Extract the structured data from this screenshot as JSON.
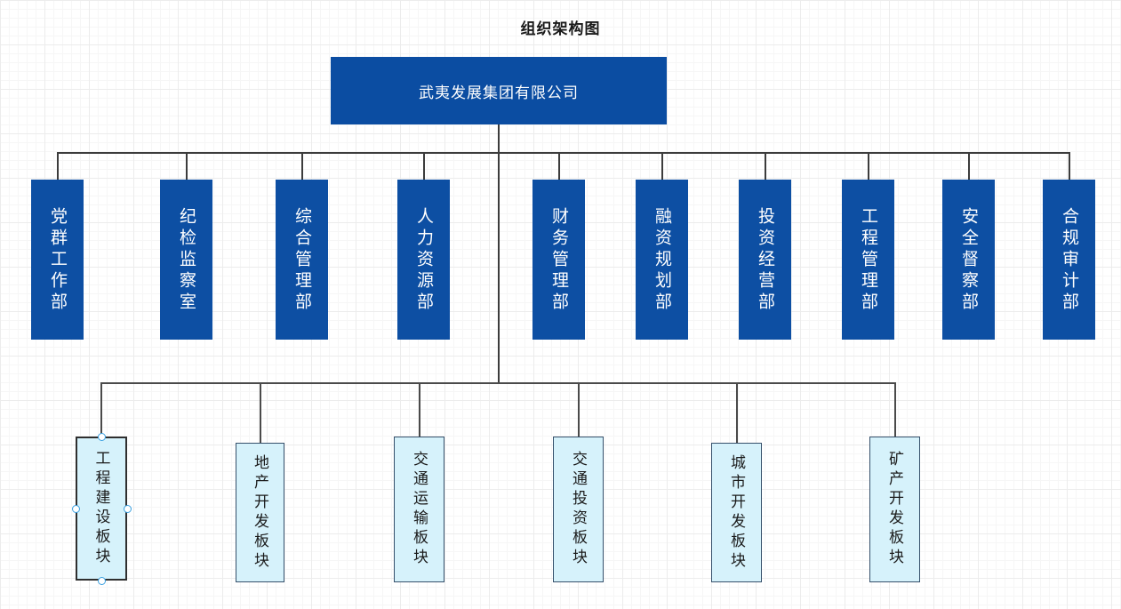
{
  "page": {
    "title": "组织架构图",
    "background": "#ffffff",
    "grid": true
  },
  "colors": {
    "root_fill": "#0b4da2",
    "dept_fill": "#0d4fa3",
    "dept_text": "#ffffff",
    "segment_fill": "#d6f2fb",
    "segment_border": "#35506b",
    "segment_text": "#1b1b1b",
    "connector": "#3c3c3c",
    "selection_handle": "#3aa0e0",
    "title_text": "#1a1a1a"
  },
  "org_chart": {
    "type": "org-tree",
    "root": {
      "label": "武夷发展集团有限公司",
      "level": 0
    },
    "departments": [
      {
        "label": "党群工作部",
        "level": 1
      },
      {
        "label": "纪检监察室",
        "level": 1
      },
      {
        "label": "综合管理部",
        "level": 1
      },
      {
        "label": "人力资源部",
        "level": 1
      },
      {
        "label": "财务管理部",
        "level": 1
      },
      {
        "label": "融资规划部",
        "level": 1
      },
      {
        "label": "投资经营部",
        "level": 1
      },
      {
        "label": "工程管理部",
        "level": 1
      },
      {
        "label": "安全督察部",
        "level": 1
      },
      {
        "label": "合规审计部",
        "level": 1
      }
    ],
    "segments": [
      {
        "label": "工程建设板块",
        "level": 2,
        "selected": true
      },
      {
        "label": "地产开发板块",
        "level": 2,
        "selected": false
      },
      {
        "label": "交通运输板块",
        "level": 2,
        "selected": false
      },
      {
        "label": "交通投资板块",
        "level": 2,
        "selected": false
      },
      {
        "label": "城市开发板块",
        "level": 2,
        "selected": false
      },
      {
        "label": "矿产开发板块",
        "level": 2,
        "selected": false
      }
    ]
  },
  "selection": {
    "selected_node": "工程建设板块",
    "handles": [
      "top-center",
      "left-middle",
      "right-middle",
      "bottom-center"
    ]
  }
}
